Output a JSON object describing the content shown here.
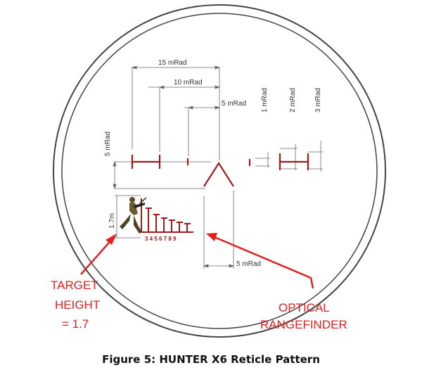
{
  "dimensions": {
    "d15": "15 mRad",
    "d10": "10 mRad",
    "d5_top": "5 mRad",
    "d1_vert": "1 mRad",
    "d2_vert": "2 mRad",
    "d3_vert": "3 mRad",
    "d5_left": "5 mRad",
    "target_height": "1.7m",
    "d5_bottom": "5 mRad"
  },
  "rangefinder_scale": "3 4 5 6 7 8 9",
  "callouts": {
    "target": [
      "TARGET",
      "HEIGHT",
      "= 1.7"
    ],
    "optical": [
      "OPTICAL",
      "RANGEFINDER"
    ]
  },
  "caption": "Figure 5: HUNTER X6 Reticle Pattern",
  "colors": {
    "reticle": "#a01818",
    "callout": "#e02020",
    "dimension": "#555555",
    "ring": "#444444"
  },
  "icons": {
    "target_figure": "soldier-silhouette-icon"
  }
}
